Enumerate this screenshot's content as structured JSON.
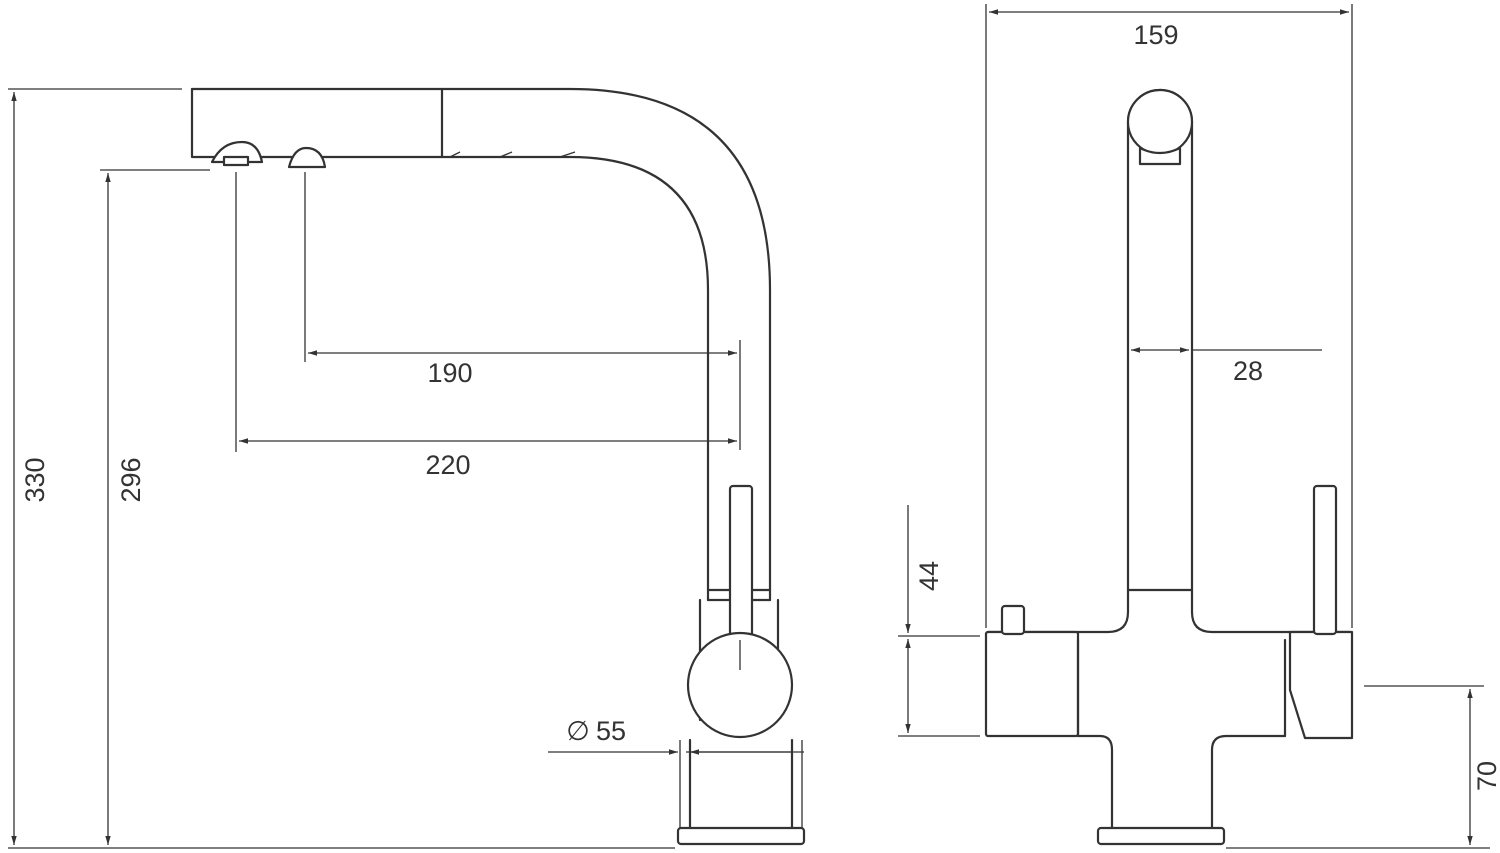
{
  "side_view": {
    "dims": {
      "total_height": "330",
      "spout_height": "296",
      "reach_inner": "190",
      "reach_outer": "220",
      "base_diameter_symbol": "∅",
      "base_diameter": "55"
    }
  },
  "front_view": {
    "dims": {
      "total_width": "159",
      "spout_width": "28",
      "body_height": "44",
      "lever_height": "70"
    }
  }
}
